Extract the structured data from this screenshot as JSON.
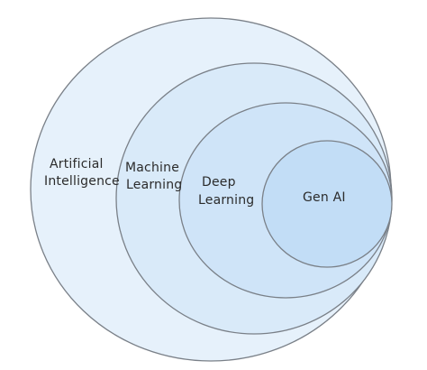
{
  "diagram": {
    "type": "nested-venn",
    "layers": [
      {
        "id": "ai",
        "lines": [
          "Artificial",
          "Intelligence"
        ],
        "fill": "#e6f1fb"
      },
      {
        "id": "ml",
        "lines": [
          "Machine",
          "Learning"
        ],
        "fill": "#d9eaf9"
      },
      {
        "id": "dl",
        "lines": [
          "Deep",
          "Learning"
        ],
        "fill": "#cfe4f8"
      },
      {
        "id": "genai",
        "lines": [
          "Gen AI"
        ],
        "fill": "#c2ddf6"
      }
    ],
    "colors": {
      "outline": "#7a8088",
      "text": "#2b2b2b"
    }
  }
}
